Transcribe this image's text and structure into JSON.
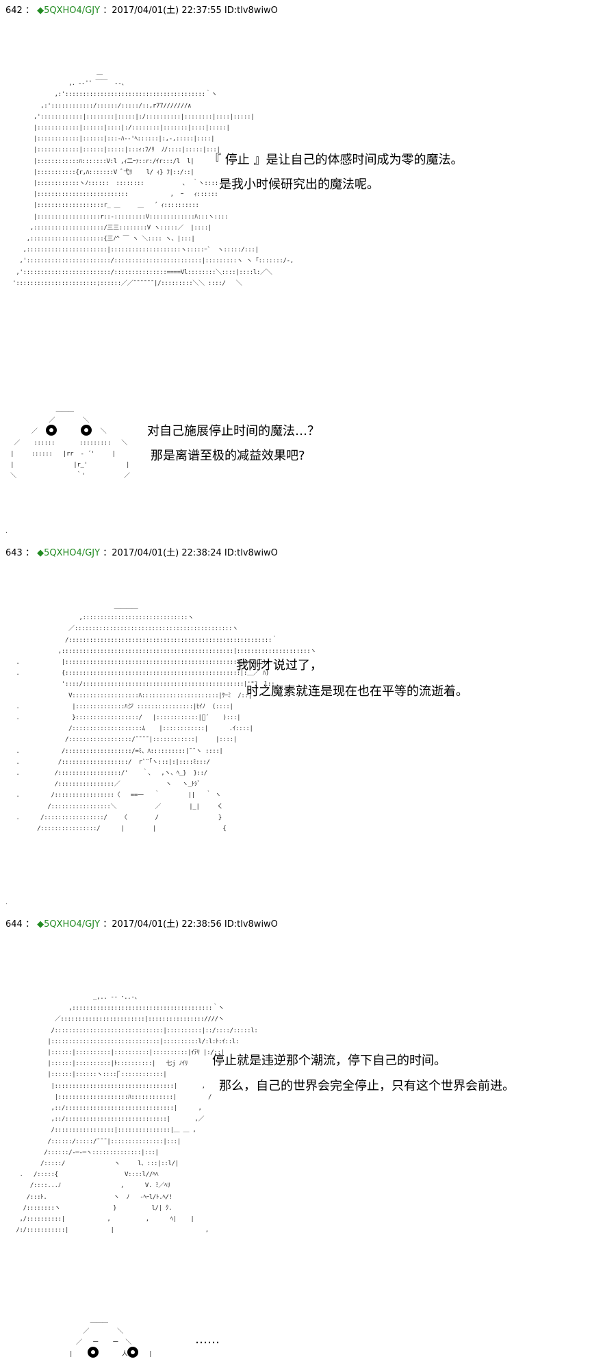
{
  "posts": [
    {
      "number": "642",
      "separator": "：",
      "trip": "◆5QXHO4/GJY",
      "date": "：2017/04/01(土) 22:37:55 ID:tlv8wiwO",
      "lines": [
        "『 停止 』是让自己的体感时间成为零的魔法。",
        "是我小时候研究出的魔法呢。"
      ]
    },
    {
      "number": "",
      "lines": [
        "对自己施展停止时间的魔法…？",
        "那是离谱至极的减益效果吧?"
      ]
    },
    {
      "number": "643",
      "separator": "：",
      "trip": "◆5QXHO4/GJY",
      "date": "：2017/04/01(土) 22:38:24 ID:tlv8wiwO",
      "lines": [
        "我刚才说过了，",
        "时之魔素就连是现在也在平等的流逝着。"
      ]
    },
    {
      "number": "644",
      "separator": "：",
      "trip": "◆5QXHO4/GJY",
      "date": "：2017/04/01(土) 22:38:56 ID:tlv8wiwO",
      "lines": [
        "停止就是违逆那个潮流，停下自己的时间。",
        "那么，自己的世界会完全停止，只有这个世界会前进。"
      ]
    },
    {
      "number": "",
      "lines": [
        "……"
      ]
    }
  ],
  "separator_dot": "."
}
